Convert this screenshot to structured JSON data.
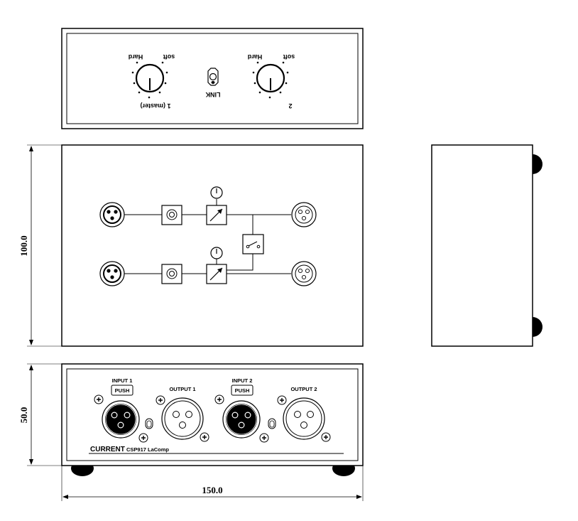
{
  "top_panel": {
    "knob_left": {
      "label_hard": "Hard",
      "label_soft": "soft",
      "caption": "1 (master)"
    },
    "knob_right": {
      "label_hard": "Hard",
      "label_soft": "soft",
      "caption": "2"
    },
    "toggle_caption": "LINK"
  },
  "dimensions": {
    "height": "100.0",
    "depth": "50.0",
    "width": "150.0"
  },
  "rear_panel": {
    "input1_label": "INPUT 1",
    "input1_push": "PUSH",
    "output1_label": "OUTPUT 1",
    "input2_label": "INPUT 2",
    "input2_push": "PUSH",
    "output2_label": "OUTPUT 2",
    "brand": "CURRENT",
    "model": "CSP917 LaComp"
  }
}
